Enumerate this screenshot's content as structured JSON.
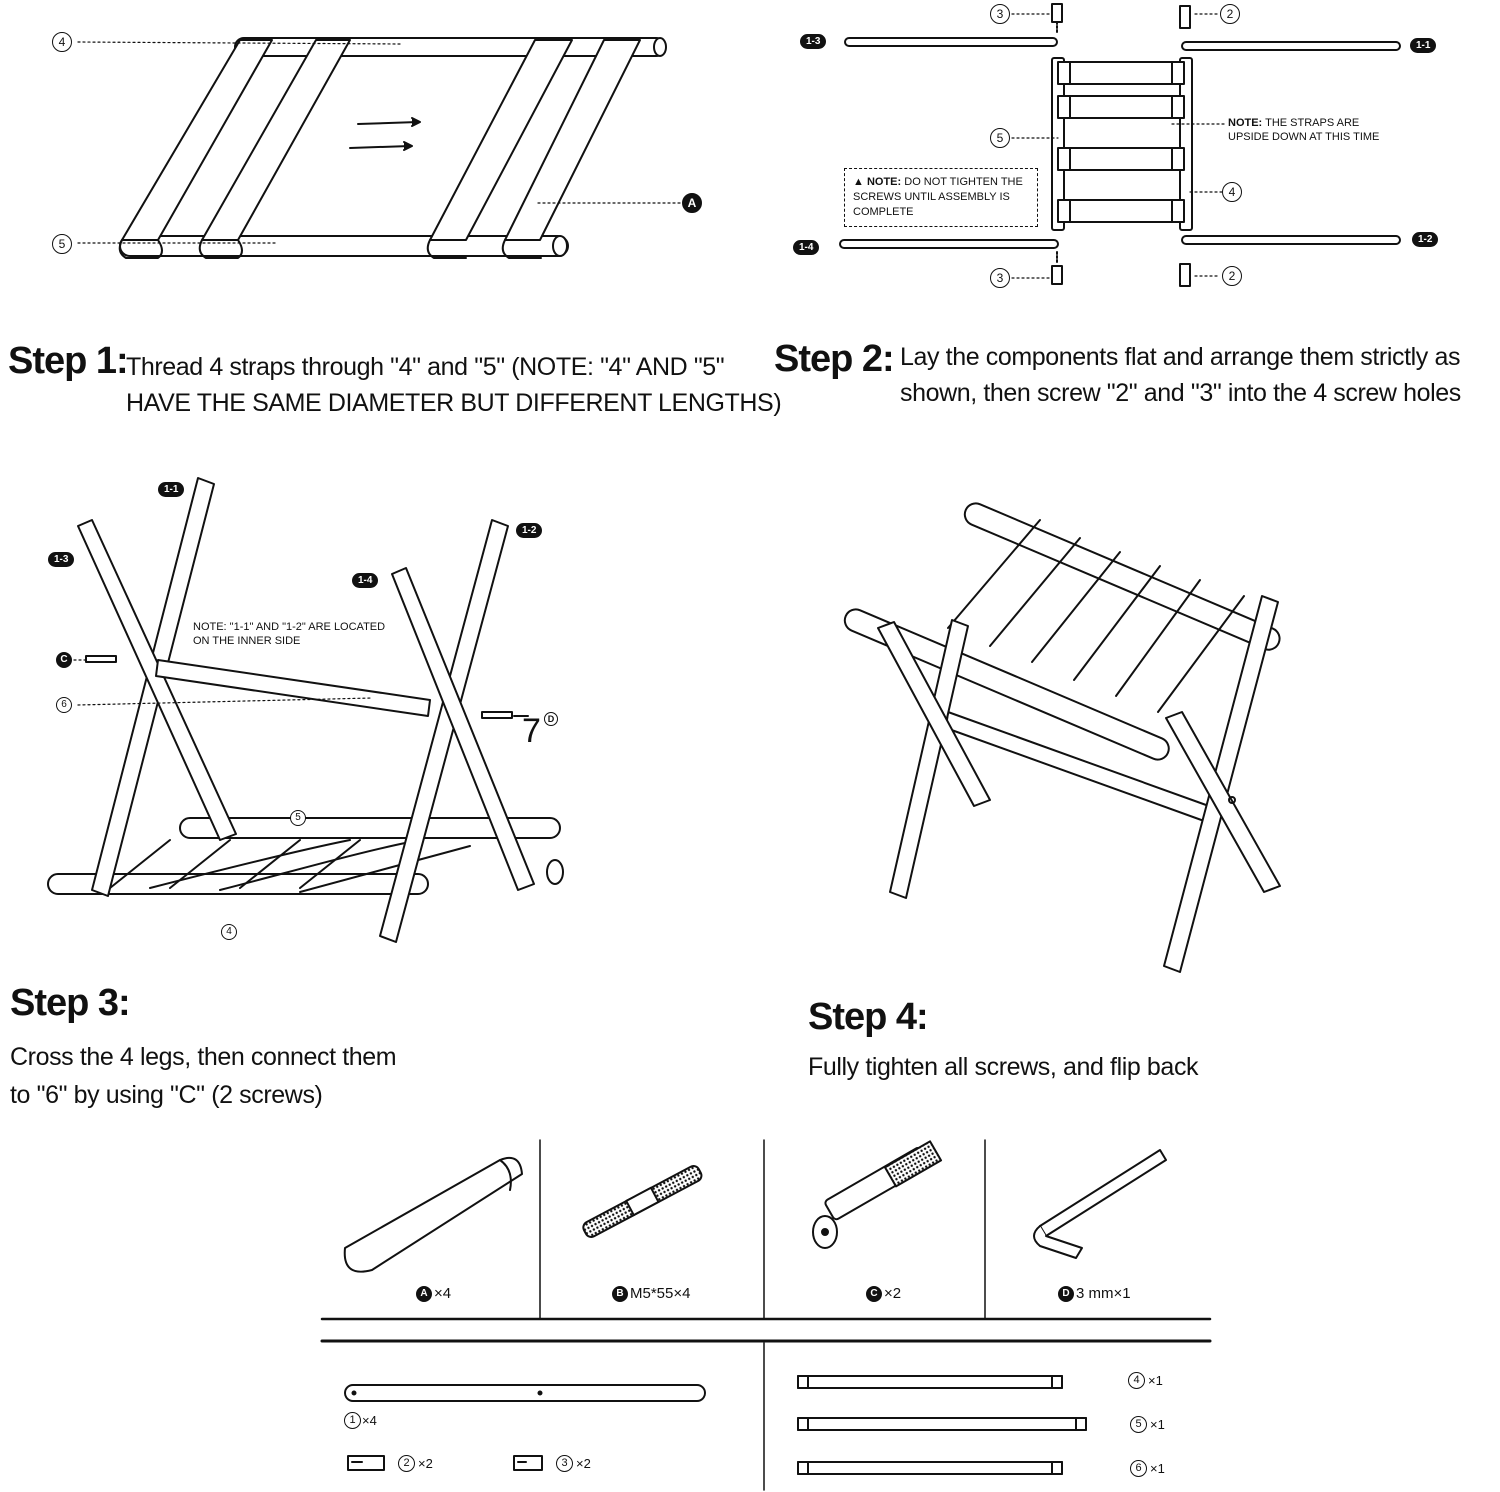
{
  "step1": {
    "title": "Step 1:",
    "text_line1": "Thread 4 straps through \"4\" and \"5\" (NOTE: \"4\" AND \"5\"",
    "text_line2": "HAVE THE SAME DIAMETER BUT DIFFERENT LENGTHS)",
    "callouts": {
      "rod4": "4",
      "rod5": "5",
      "strap": "A"
    }
  },
  "step2": {
    "title": "Step 2:",
    "text_line1": "Lay the components flat and arrange them strictly as",
    "text_line2": "shown, then screw \"2\" and \"3\" into the 4 screw holes",
    "note_straps_label": "NOTE:",
    "note_straps_line1": "THE STRAPS ARE",
    "note_straps_line2": "UPSIDE DOWN AT THIS TIME",
    "warn_label": "NOTE:",
    "warn_line1": "DO NOT TIGHTEN THE",
    "warn_line2": "SCREWS UNTIL ASSEMBLY IS",
    "warn_line3": "COMPLETE",
    "legs": {
      "l11": "1-1",
      "l12": "1-2",
      "l13": "1-3",
      "l14": "1-4"
    },
    "callouts": {
      "c2a": "2",
      "c2b": "2",
      "c3a": "3",
      "c3b": "3",
      "c4": "4",
      "c5": "5"
    }
  },
  "step3": {
    "title": "Step 3:",
    "text_line1": "Cross the 4 legs, then connect them",
    "text_line2": "to \"6\" by using \"C\" (2 screws)",
    "note_line1": "NOTE: \"1-1\" AND \"1-2\" ARE LOCATED",
    "note_line2": "ON THE INNER SIDE",
    "legs": {
      "l11": "1-1",
      "l12": "1-2",
      "l13": "1-3",
      "l14": "1-4"
    },
    "callouts": {
      "screwC": "C",
      "rod6": "6",
      "toolD": "D",
      "seven": "7",
      "rod5": "5",
      "rod4": "4"
    }
  },
  "step4": {
    "title": "Step 4:",
    "text": "Fully tighten all screws, and flip back"
  },
  "parts": {
    "A": {
      "letter": "A",
      "qty": "×4"
    },
    "B": {
      "letter": "B",
      "qty": "M5*55×4"
    },
    "C": {
      "letter": "C",
      "qty": "×2"
    },
    "D": {
      "letter": "D",
      "qty": "3 mm×1"
    },
    "p1": {
      "num": "1",
      "qty": "×4"
    },
    "p2": {
      "num": "2",
      "qty": "×2"
    },
    "p3": {
      "num": "3",
      "qty": "×2"
    },
    "p4": {
      "num": "4",
      "qty": "×1"
    },
    "p5": {
      "num": "5",
      "qty": "×1"
    },
    "p6": {
      "num": "6",
      "qty": "×1"
    }
  }
}
